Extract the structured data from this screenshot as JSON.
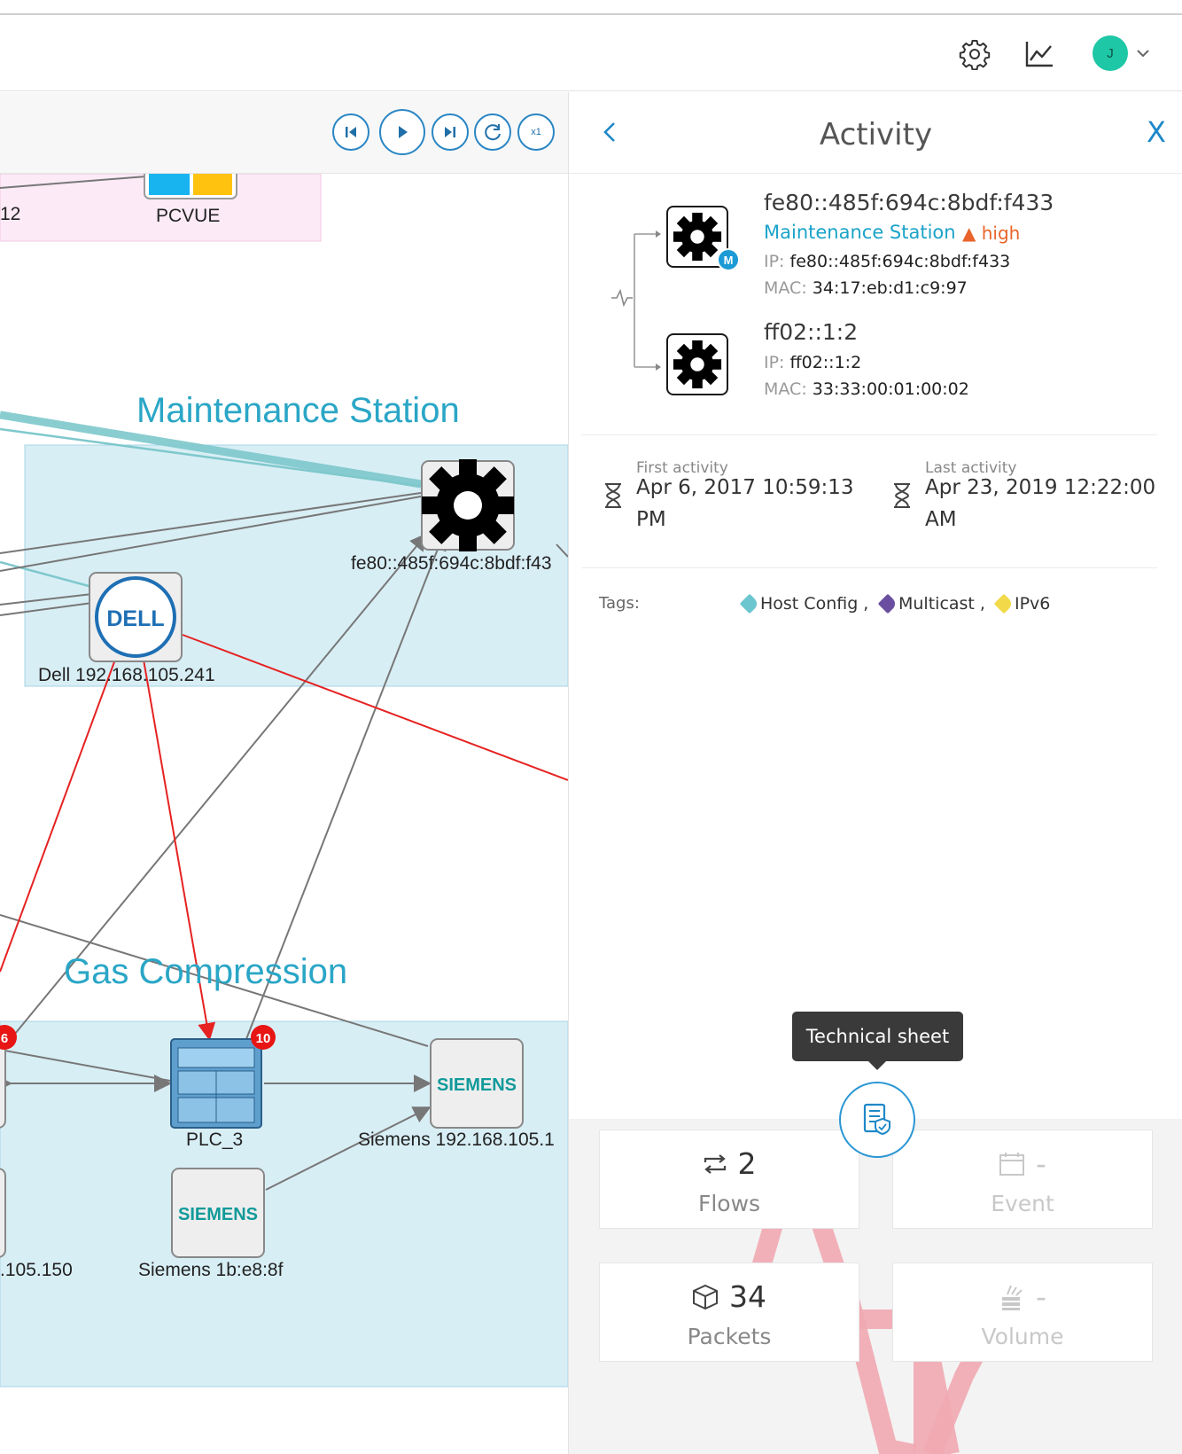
{
  "header": {
    "settings_icon": "gear-icon",
    "chart_icon": "line-chart-icon",
    "avatar_initial": "J"
  },
  "map": {
    "controls": [
      {
        "name": "skip-back-button",
        "icon": "skip-back-icon"
      },
      {
        "name": "play-button",
        "icon": "play-icon"
      },
      {
        "name": "skip-forward-button",
        "icon": "skip-forward-icon"
      },
      {
        "name": "refresh-button",
        "icon": "refresh-icon"
      },
      {
        "name": "speed-button",
        "label": "x1"
      }
    ],
    "groups": [
      {
        "name": "Maintenance Station"
      },
      {
        "name": "Gas Compression"
      }
    ],
    "nodes": [
      {
        "label": "PCVUE"
      },
      {
        "label": "12"
      },
      {
        "label": "fe80::485f:694c:8bdf:f43"
      },
      {
        "label": "Dell 192.168.105.241"
      },
      {
        "label": "PLC_3"
      },
      {
        "label": "Siemens 192.168.105.1"
      },
      {
        "label": ".105.150"
      },
      {
        "label": "Siemens 1b:e8:8f"
      }
    ],
    "badges": [
      "6",
      "10"
    ],
    "logos": {
      "dell": "DELL",
      "siemens": "SIEMENS"
    }
  },
  "panel": {
    "title": "Activity",
    "close_label": "X",
    "source": {
      "name": "fe80::485f:694c:8bdf:f433",
      "group": "Maintenance Station",
      "risk": "high",
      "badge": "M",
      "ip_label": "IP:",
      "ip": "fe80::485f:694c:8bdf:f433",
      "mac_label": "MAC:",
      "mac": "34:17:eb:d1:c9:97"
    },
    "destination": {
      "name": "ff02::1:2",
      "ip_label": "IP:",
      "ip": "ff02::1:2",
      "mac_label": "MAC:",
      "mac": "33:33:00:01:00:02"
    },
    "first_activity": {
      "label": "First activity",
      "line1": "Apr 6, 2017 10:59:13",
      "line2": "PM"
    },
    "last_activity": {
      "label": "Last activity",
      "line1": "Apr 23, 2019 12:22:00",
      "line2": "AM"
    },
    "tags_label": "Tags:",
    "tags": [
      {
        "label": "Host Config ,",
        "color": "#6cc6d0"
      },
      {
        "label": "Multicast ,",
        "color": "#6a4fa0"
      },
      {
        "label": "IPv6",
        "color": "#f2d94a"
      }
    ],
    "tooltip": "Technical sheet",
    "stats": {
      "flows": {
        "value": "2",
        "label": "Flows"
      },
      "event": {
        "value": "-",
        "label": "Event"
      },
      "packets": {
        "value": "34",
        "label": "Packets"
      },
      "volume": {
        "value": "-",
        "label": "Volume"
      }
    }
  }
}
